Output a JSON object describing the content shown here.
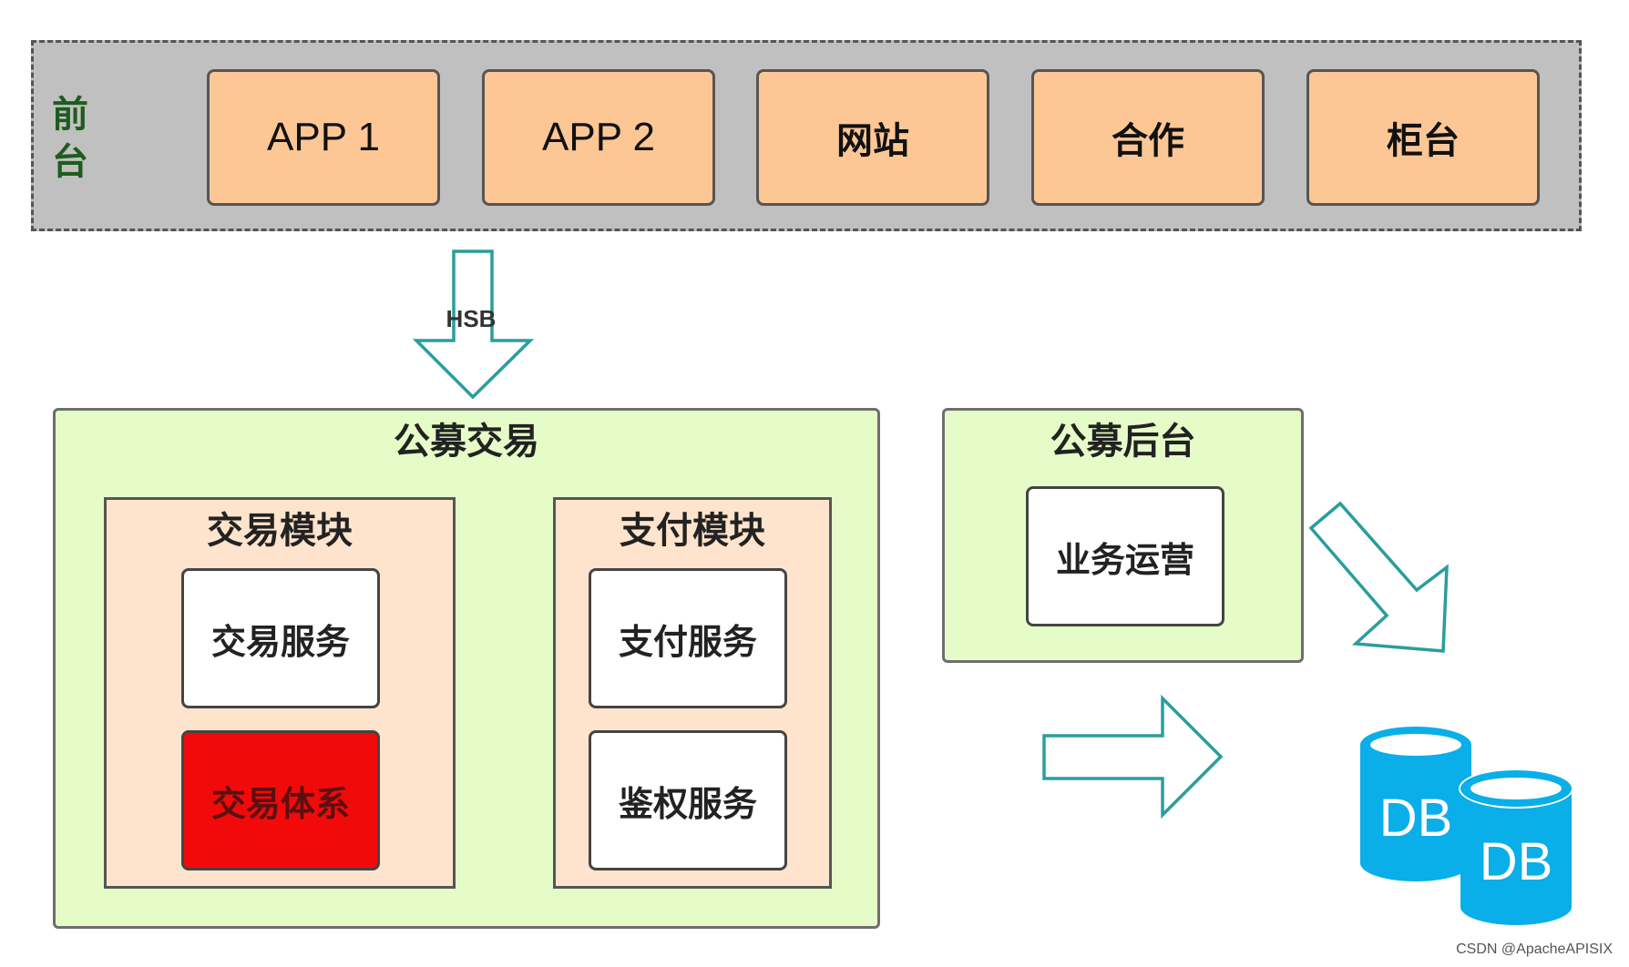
{
  "front": {
    "label": "前台",
    "items": [
      "APP 1",
      "APP 2",
      "网站",
      "合作",
      "柜台"
    ]
  },
  "connector": {
    "label": "HSB"
  },
  "trading": {
    "title": "公募交易",
    "trade_module": {
      "title": "交易模块",
      "services": [
        "交易服务",
        "交易体系"
      ]
    },
    "pay_module": {
      "title": "支付模块",
      "services": [
        "支付服务",
        "鉴权服务"
      ]
    }
  },
  "backend": {
    "title": "公募后台",
    "service": "业务运营"
  },
  "database": {
    "labels": [
      "DB",
      "DB"
    ]
  },
  "watermark": "CSDN @ApacheAPISIX",
  "colors": {
    "front_band": "#c0c0c0",
    "app_box": "#fcc795",
    "panel": "#e6fcc8",
    "module": "#fee4cc",
    "highlight": "#f20a0a",
    "arrow_stroke": "#2a9d9d",
    "db": "#0aaee8"
  }
}
